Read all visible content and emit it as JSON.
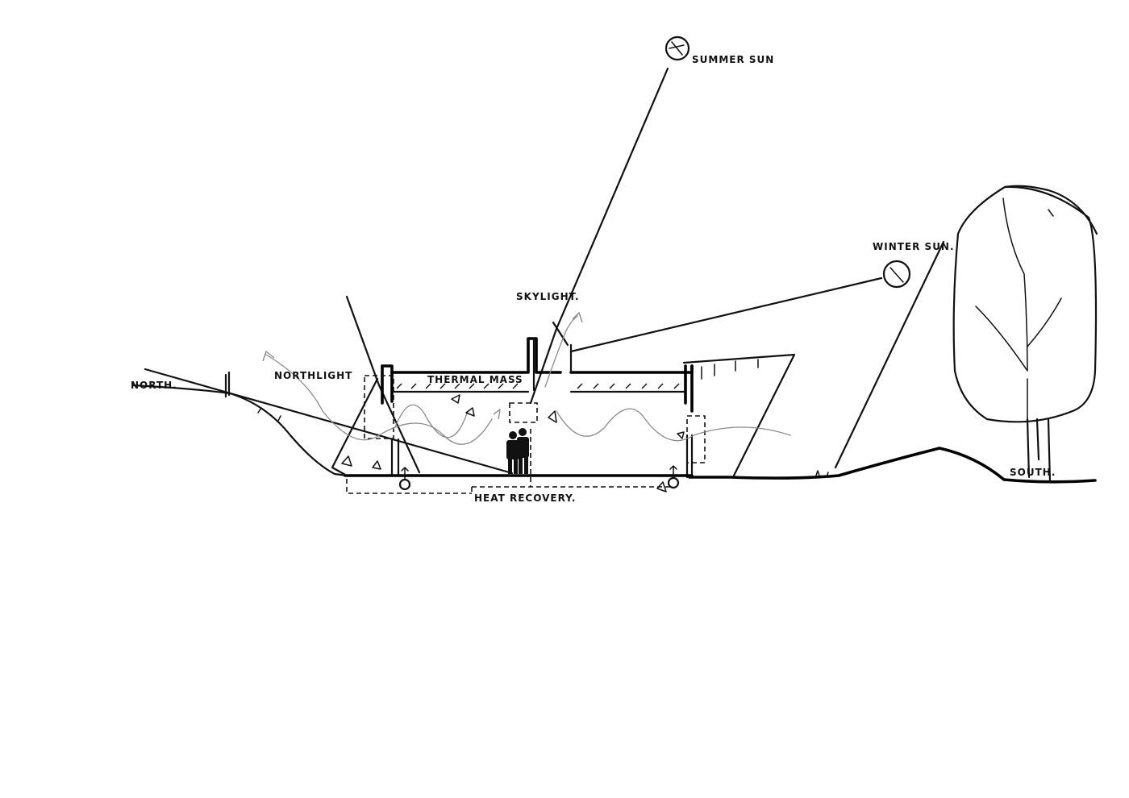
{
  "labels": {
    "summer_sun": "SUMMER SUN",
    "winter_sun": "WINTER SUN.",
    "skylight": "SKYLIGHT.",
    "north_light": "NORTHLIGHT",
    "thermal_mass": "THERMAL MASS",
    "north": "NORTH.",
    "south": "SOUTH.",
    "heat_recovery": "HEAT RECOVERY."
  },
  "colors": {
    "ink": "#111111",
    "airflow": "#8a8a8a",
    "paper": "#ffffff"
  },
  "icons": {
    "summer_sun": "sun-circle-icon",
    "winter_sun": "sun-circle-icon",
    "people": "people-silhouette-icon",
    "tree": "tree-icon"
  }
}
